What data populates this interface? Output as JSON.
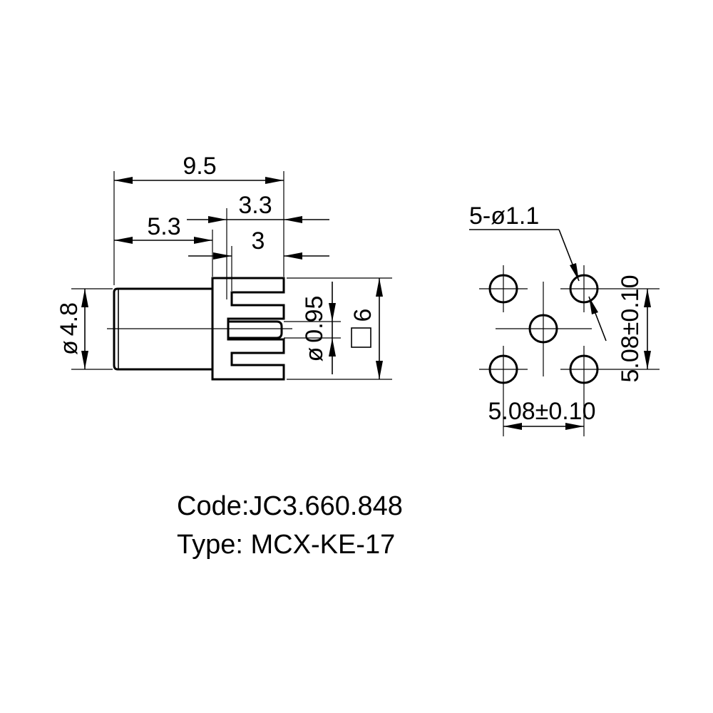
{
  "side_view": {
    "dim_total_length": "9.5",
    "dim_flange_width": "3.3",
    "dim_body_length": "5.3",
    "dim_base_width": "3",
    "dim_body_diameter": "4.8",
    "dim_pin_diameter": "0.95",
    "dim_square_size": "6",
    "diameter_symbol": "ø"
  },
  "pcb_view": {
    "hole_callout": "5-ø1.1",
    "pitch_horizontal": "5.08±0.10",
    "pitch_vertical": "5.08±0.10"
  },
  "caption": {
    "code": "Code:JC3.660.848",
    "type": "Type: MCX-KE-17"
  }
}
